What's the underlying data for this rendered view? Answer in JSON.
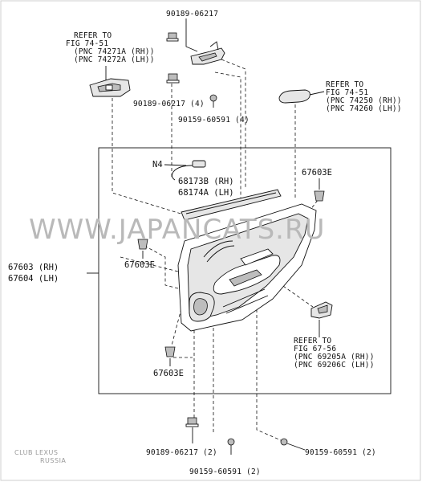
{
  "labels": {
    "top_clip": "90189-06217",
    "refer_left_1": "REFER TO",
    "refer_left_2": "FIG 74-51",
    "refer_left_3": "(PNC 74271A (RH))",
    "refer_left_4": "(PNC 74272A (LH))",
    "clip_4": "90189-06217 (4)",
    "screw_4": "90159-60591 (4)",
    "refer_right_1": "REFER TO",
    "refer_right_2": "FIG 74-51",
    "refer_right_3": "(PNC 74250 (RH))",
    "refer_right_4": "(PNC 74260 (LH))",
    "n4": "N4",
    "rh_68173b": "68173B (RH)",
    "lh_68174a": "68174A (LH)",
    "clip_right": "67603E",
    "board_rh": "67603 (RH)",
    "board_lh": "67604 (LH)",
    "clip_left": "67603E",
    "refer_lower_1": "REFER TO",
    "refer_lower_2": "FIG 67-56",
    "refer_lower_3": "(PNC 69205A (RH))",
    "refer_lower_4": "(PNC 69206C (LH))",
    "clip_bottom": "67603E",
    "bottom_clip": "90189-06217 (2)",
    "bottom_screw_mid": "90159-60591 (2)",
    "bottom_screw_right": "90159-60591 (2)"
  },
  "watermark": "WWW.JAPANCATS.RU",
  "corner_logo": {
    "line1": "CLUB LEXUS",
    "line2": "RUSSIA"
  }
}
